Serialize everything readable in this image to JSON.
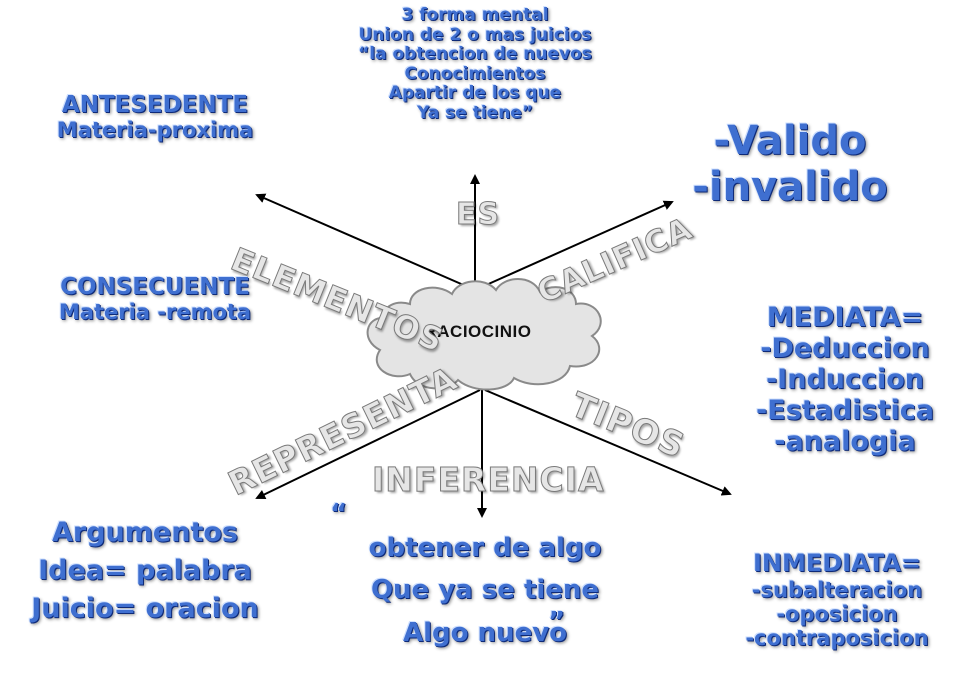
{
  "center": {
    "label": "RACIOCINIO"
  },
  "branch_labels": {
    "es": "ES",
    "elementos": "ELEMENTOS",
    "califica": "CALIFICA",
    "tipos": "TIPOS",
    "representa": "REPRESENTA",
    "inferencia": "INFERENCIA"
  },
  "top_block": {
    "lines": [
      "3 forma mental",
      "Union de 2 o mas juicios",
      "“la obtencion de  nuevos",
      "Conocimientos",
      "Apartir de los que",
      "Ya se tiene”"
    ]
  },
  "antecedente": {
    "title": "ANTESEDENTE",
    "sub": "Materia-proxima"
  },
  "consecuente": {
    "title": "CONSECUENTE",
    "sub": "Materia -remota"
  },
  "califica_block": {
    "valido": "-Valido",
    "invalido": "-invalido"
  },
  "mediata_block": {
    "title": "MEDIATA=",
    "items": [
      "-Deduccion",
      "-Induccion",
      "-Estadistica",
      "-analogia"
    ]
  },
  "inmediata_block": {
    "title": "INMEDIATA=",
    "items": [
      "-subalteracion",
      "-oposicion",
      "-contraposicion"
    ]
  },
  "representa_block": {
    "lines": [
      "Argumentos",
      "Idea= palabra",
      "Juicio= oracion"
    ]
  },
  "inferencia_block": {
    "open_quote": "“",
    "lines": [
      "obtener de algo",
      "Que ya se tiene",
      "Algo nuevo"
    ],
    "close_quote": "”"
  }
}
